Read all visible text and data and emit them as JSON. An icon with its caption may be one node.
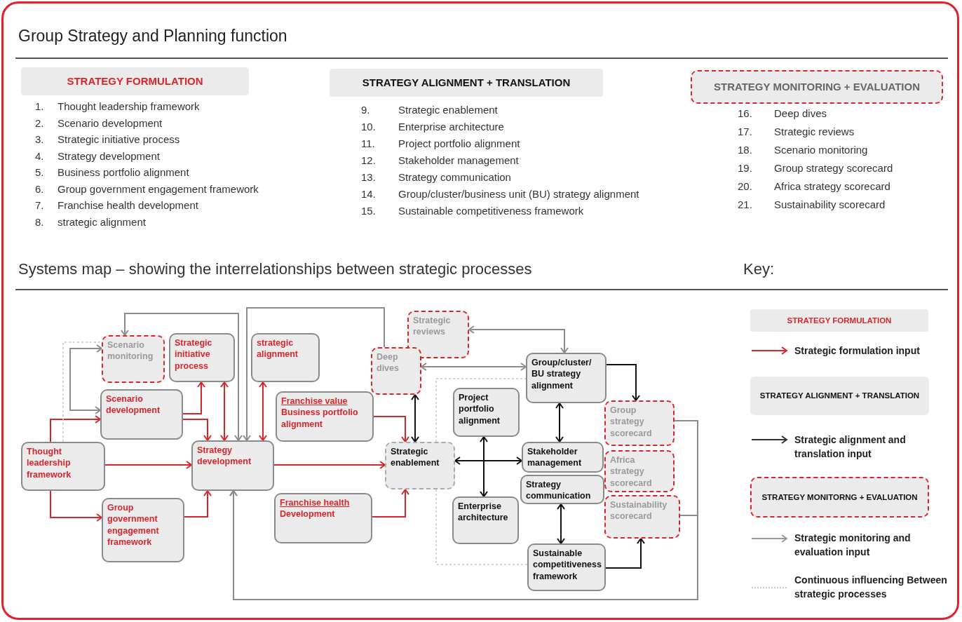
{
  "diagram": {
    "title": "Group Strategy and Planning function",
    "nodes": [
      {
        "text": [
          "STRATEGY FORMULATION"
        ]
      },
      {
        "text": [
          "STRATEGY ALIGNMENT + TRANSLATION"
        ]
      },
      {
        "text": [
          "STRATEGY MONITORING + EVALUATION"
        ]
      },
      {
        "text": [
          "Scenario monitoring"
        ]
      },
      {
        "text": [
          "Strategic initiative process"
        ]
      },
      {
        "text": [
          "strategic alignment"
        ]
      },
      {
        "text": [
          "Scenario development"
        ]
      },
      {
        "text": [
          "Thought leadership framework"
        ]
      },
      {
        "text": [
          "Strategy development"
        ]
      },
      {
        "text": [
          "Franchise value",
          "Business portfolio alignment"
        ]
      },
      {
        "text": [
          "Group government engagement framework"
        ]
      },
      {
        "text": [
          "Franchise health",
          "Development"
        ]
      },
      {
        "text": [
          "Strategic reviews"
        ]
      },
      {
        "text": [
          "Deep dives"
        ]
      },
      {
        "text": [
          "Group/cluster/ BU strategy alignment"
        ]
      },
      {
        "text": [
          "Project portfolio alignment"
        ]
      },
      {
        "text": [
          "Strategic enablement"
        ]
      },
      {
        "text": [
          "Stakeholder management"
        ]
      },
      {
        "text": [
          "Strategy communication"
        ]
      },
      {
        "text": [
          "Enterprise architecture"
        ]
      },
      {
        "text": [
          "Sustainable competitiveness framework"
        ]
      },
      {
        "text": [
          "Group strategy scorecard"
        ]
      },
      {
        "text": [
          "Africa strategy scorecard"
        ]
      },
      {
        "text": [
          "Sustainability scorecard"
        ]
      },
      {
        "text": [
          "STRATEGY FORMULATION"
        ]
      },
      {
        "text": [
          "STRATEGY ALIGNMENT + TRANSLATION"
        ]
      },
      {
        "text": [
          "STRATEGY MONITORNG + EVALUATION"
        ]
      }
    ],
    "edges": [
      {
        "from": 7,
        "to": 6,
        "arrow": "to"
      },
      {
        "from": 7,
        "to": 10,
        "arrow": "to"
      },
      {
        "from": 7,
        "to": 8,
        "arrow": "to"
      },
      {
        "from": 6,
        "to": 4,
        "arrow": "to"
      },
      {
        "from": 6,
        "to": 8,
        "arrow": "to"
      },
      {
        "from": 10,
        "to": 8,
        "arrow": "to"
      },
      {
        "from": 4,
        "to": 8,
        "arrow": "both"
      },
      {
        "from": 5,
        "to": 8,
        "arrow": "both"
      },
      {
        "from": 8,
        "to": 16,
        "arrow": "to"
      },
      {
        "from": 9,
        "to": 16,
        "arrow": "to"
      },
      {
        "from": 11,
        "to": 16,
        "arrow": "to"
      },
      {
        "from": 13,
        "to": 16,
        "arrow": "both",
        "color": "#111111"
      },
      {
        "from": 16,
        "to": 17,
        "arrow": "both",
        "color": "#111111"
      },
      {
        "from": 15,
        "to": 19,
        "arrow": "both",
        "color": "#111111"
      },
      {
        "from": 14,
        "to": 17,
        "arrow": "both",
        "color": "#111111"
      },
      {
        "from": 18,
        "to": 20,
        "arrow": "both",
        "color": "#111111"
      },
      {
        "from": 14,
        "to": 21,
        "arrow": "to",
        "color": "#111111"
      },
      {
        "from": 20,
        "to": 23,
        "arrow": "to",
        "color": "#111111"
      },
      {
        "from": 3,
        "to": 8,
        "arrow": "both",
        "color": "#8c8c8c"
      },
      {
        "from": 13,
        "to": 8,
        "arrow": "to",
        "color": "#8c8c8c"
      },
      {
        "from": 3,
        "to": 6,
        "arrow": "both",
        "color": "#8c8c8c"
      },
      {
        "from": 12,
        "to": 14,
        "arrow": "both",
        "color": "#8c8c8c"
      },
      {
        "from": 13,
        "to": 14,
        "arrow": "both",
        "color": "#8c8c8c"
      },
      {
        "from": 21,
        "to": 8,
        "arrow": "to",
        "color": "#8c8c8c"
      },
      {
        "from": 23,
        "to": 8,
        "arrow": "to",
        "color": "#8c8c8c"
      },
      {
        "from": 7,
        "to": 3,
        "arrow": "none",
        "style": "dashed",
        "color": "#c8c8c8"
      },
      {
        "from": 16,
        "to": 14,
        "arrow": "none",
        "style": "dashed",
        "color": "#c8c8c8"
      },
      {
        "from": 16,
        "to": 20,
        "arrow": "none",
        "style": "dashed",
        "color": "#c8c8c8"
      }
    ],
    "labels": [
      "1.",
      "Thought leadership framework",
      "2.",
      "Scenario development",
      "3.",
      "Strategic initiative process",
      "4.",
      "Strategy development",
      "5.",
      "Business portfolio alignment",
      "6.",
      "Group government engagement framework",
      "7.",
      "Franchise health development",
      "8.",
      "strategic alignment",
      "9.",
      "Strategic enablement",
      "10.",
      "Enterprise architecture",
      "11.",
      "Project portfolio alignment",
      "12.",
      "Stakeholder management",
      "13.",
      "Strategy communication",
      "14.",
      "Group/cluster/business unit (BU) strategy alignment",
      "15.",
      "Sustainable competitiveness framework",
      "16.",
      "Deep dives",
      "17.",
      "Strategic reviews",
      "18.",
      "Scenario monitoring",
      "19.",
      "Group strategy scorecard",
      "20.",
      "Africa strategy scorecard",
      "21.",
      "Sustainability scorecard",
      "Systems map – showing the interrelationships between strategic processes",
      "Key:"
    ],
    "legend": [
      {
        "text": "Strategic formulation input"
      },
      {
        "text": "Strategic alignment and translation input"
      },
      {
        "text": "Strategic monitoring and evaluation input"
      },
      {
        "text": "Continuous influencing Between strategic processes"
      }
    ]
  }
}
